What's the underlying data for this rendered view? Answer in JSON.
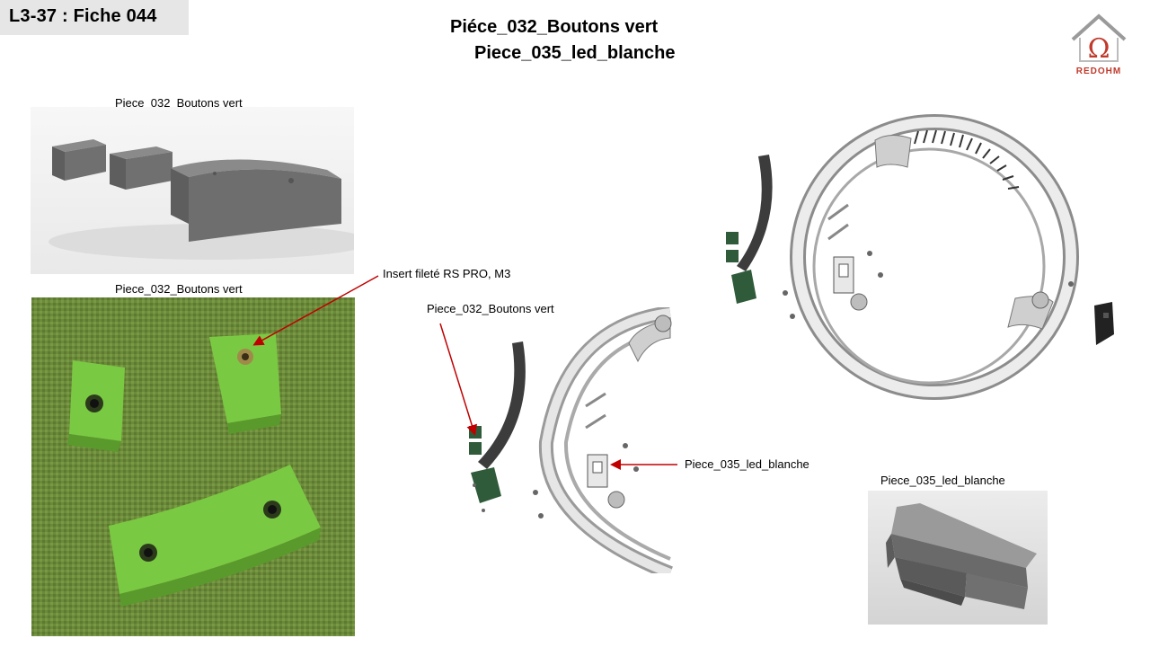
{
  "header": {
    "tag": "L3-37 : Fiche 044",
    "title_line1": "Piéce_032_Boutons vert",
    "title_line2": "Piece_035_led_blanche"
  },
  "logo": {
    "text": "REDOHM",
    "color": "#c0392b"
  },
  "captions": {
    "render_top": "Piece_032_Boutons vert",
    "photo_green": "Piece_032_Boutons vert",
    "insert": "Insert fileté RS PRO, M3",
    "exploded_buttons": "Piece_032_Boutons vert",
    "exploded_led": "Piece_035_led_blanche",
    "led_render": "Piece_035_led_blanche"
  },
  "colors": {
    "arrow": "#c00000",
    "green_part": "#7ac943",
    "fabric": "#6b8a3a",
    "part_grey": "#6e6e6e"
  }
}
